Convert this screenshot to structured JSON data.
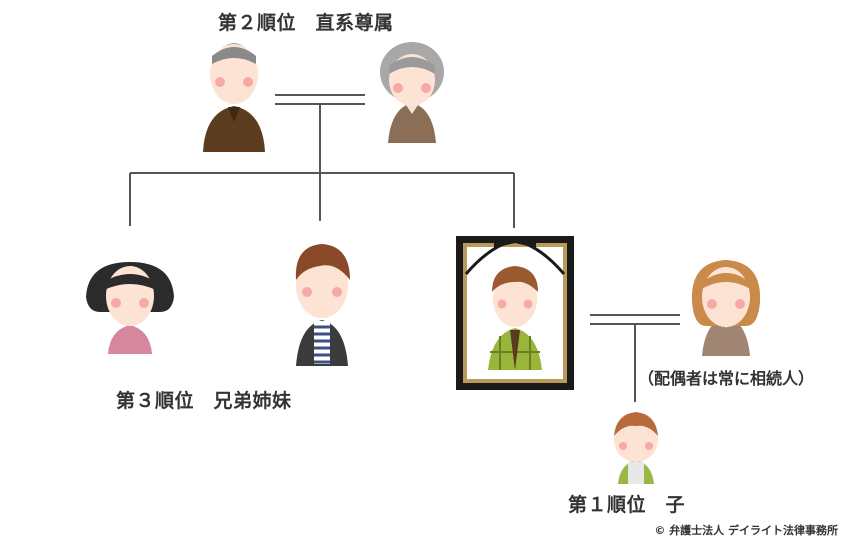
{
  "labels": {
    "rank2": "第２順位　直系尊属",
    "rank3": "第３順位　兄弟姉妹",
    "rank1": "第１順位　子",
    "spouse_note": "（配偶者は常に相続人）"
  },
  "copyright": "© 弁護士法人 デイライト法律事務所",
  "colors": {
    "skin": "#fde3d4",
    "cheek": "#f7a9a6",
    "line": "#555555",
    "frame": "#1a1a1a",
    "frame_gold": "#b89a5a"
  }
}
